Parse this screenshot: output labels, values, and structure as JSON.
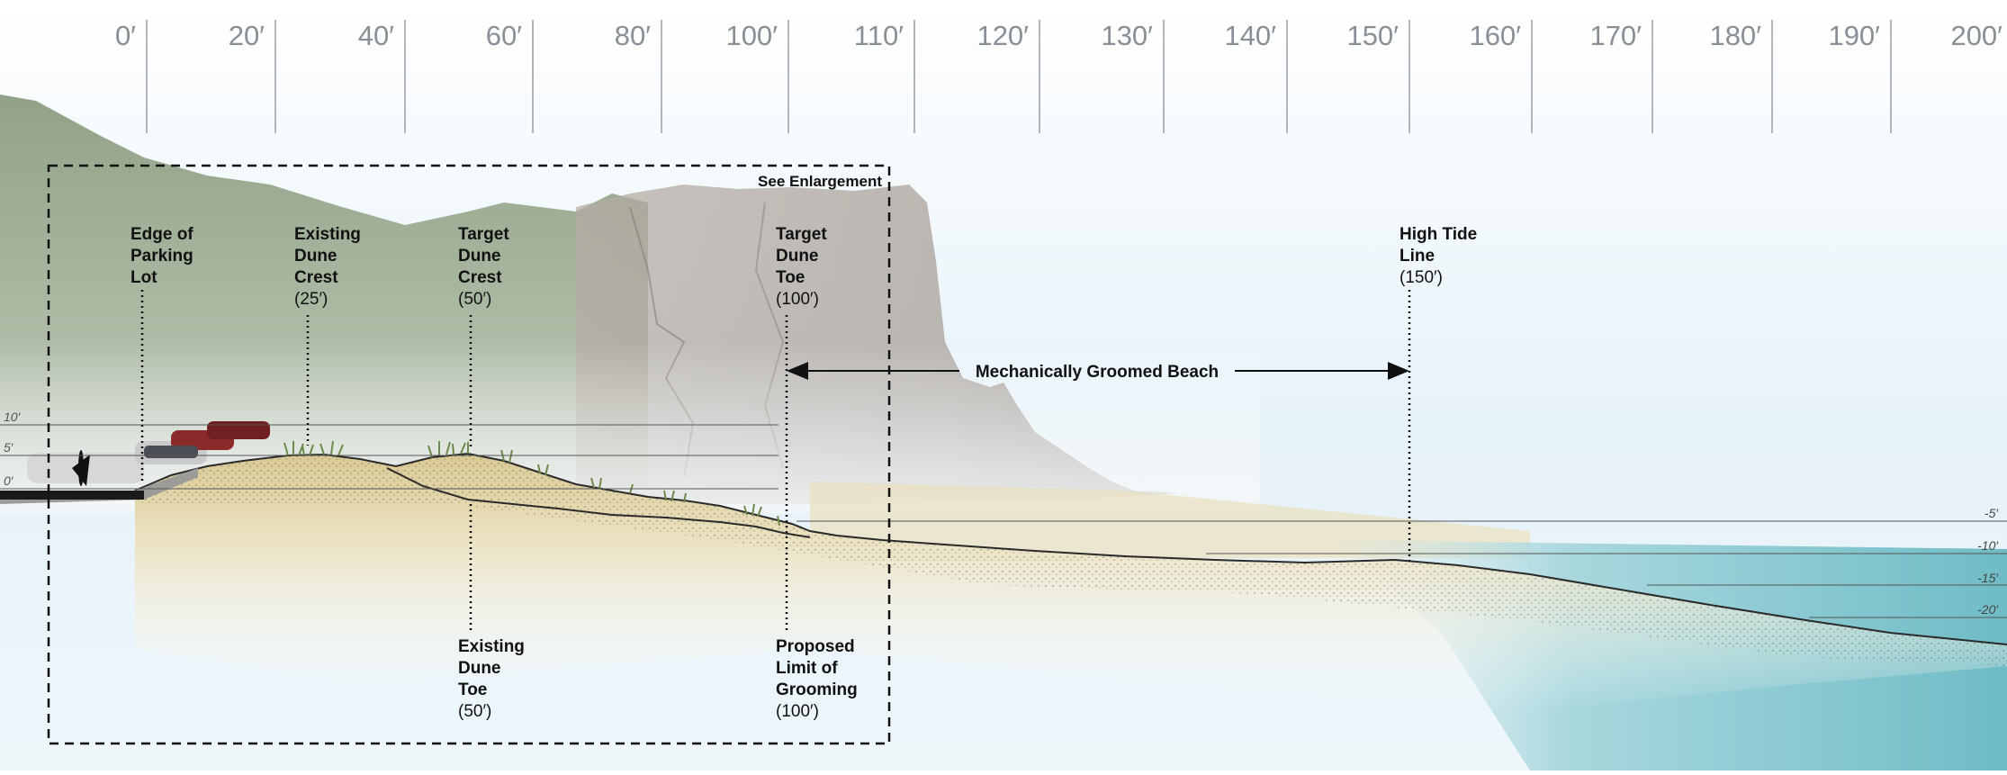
{
  "scale": {
    "labels": [
      "0′",
      "20′",
      "40′",
      "60′",
      "80′",
      "100′",
      "110′",
      "120′",
      "130′",
      "140′",
      "150′",
      "160′",
      "170′",
      "180′",
      "190′",
      "200′"
    ]
  },
  "enlargement": {
    "label": "See Enlargement"
  },
  "callouts_top": [
    {
      "lines": [
        "Edge of",
        "Parking",
        "Lot"
      ],
      "value": ""
    },
    {
      "lines": [
        "Existing",
        "Dune",
        "Crest"
      ],
      "value": "(25′)"
    },
    {
      "lines": [
        "Target",
        "Dune",
        "Crest"
      ],
      "value": "(50′)"
    },
    {
      "lines": [
        "Target",
        "Dune",
        "Toe"
      ],
      "value": "(100′)"
    },
    {
      "lines": [
        "High Tide",
        "Line"
      ],
      "value": "(150′)"
    }
  ],
  "callouts_bottom": [
    {
      "lines": [
        "Existing",
        "Dune",
        "Toe"
      ],
      "value": "(50′)"
    },
    {
      "lines": [
        "Proposed",
        "Limit of",
        "Grooming"
      ],
      "value": "(100′)"
    }
  ],
  "span_label": "Mechanically Groomed Beach",
  "elevations_left": [
    "10′",
    "5′",
    "0′"
  ],
  "elevations_right": [
    "-5′",
    "-10′",
    "-15′",
    "-20′"
  ],
  "colors": {
    "sky": "#e4f1f8",
    "sand": "#e2d5a6",
    "cliff": "#b9b3ad",
    "water": "#8ccad4",
    "vegetation": "#7f9a5c"
  }
}
